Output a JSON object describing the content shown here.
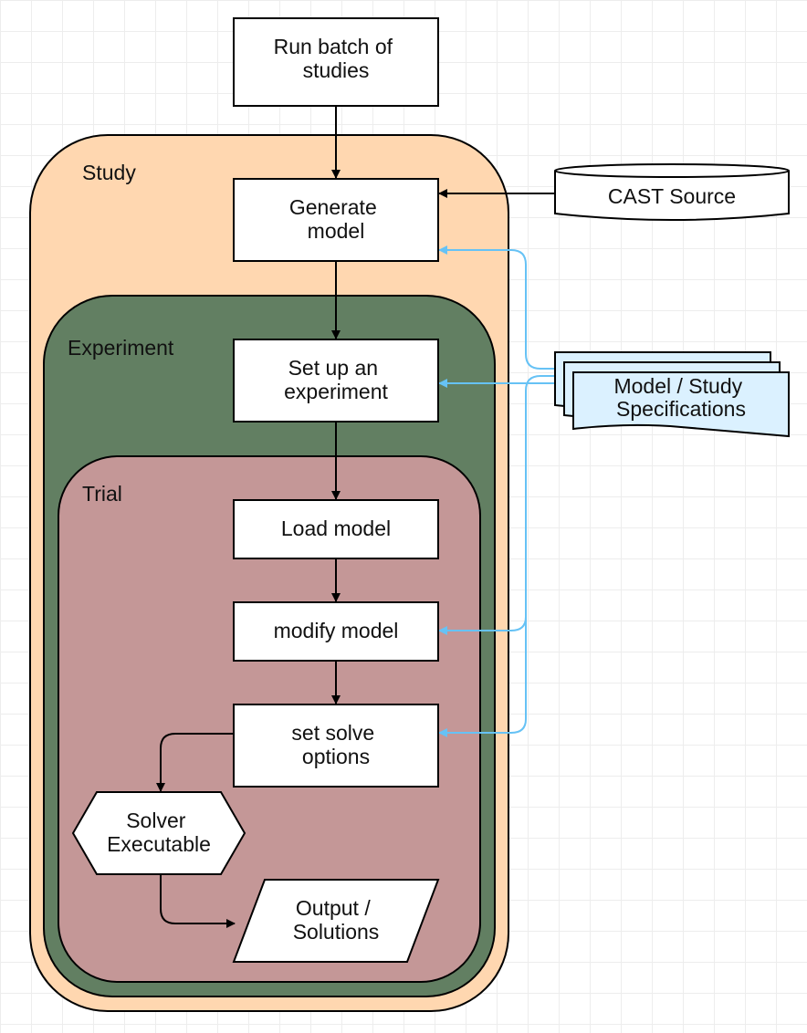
{
  "containers": {
    "study": "Study",
    "experiment": "Experiment",
    "trial": "Trial"
  },
  "nodes": {
    "run_batch": [
      "Run batch of",
      "studies"
    ],
    "generate_model": [
      "Generate",
      "model"
    ],
    "setup_experiment": [
      "Set up an",
      "experiment"
    ],
    "load_model": [
      "Load model"
    ],
    "modify_model": [
      "modify model"
    ],
    "set_solve_options": [
      "set solve",
      "options"
    ],
    "solver_executable": [
      "Solver",
      "Executable"
    ],
    "output_solutions": [
      "Output /",
      "Solutions"
    ],
    "cast_source": [
      "CAST Source"
    ],
    "specifications": [
      "Model / Study",
      "Specifications"
    ]
  },
  "colors": {
    "study_fill": "#ffd7b0",
    "experiment_fill": "#627f62",
    "trial_fill": "#c49797",
    "spec_fill": "#dbf1ff",
    "link_blue": "#66c2f5"
  }
}
